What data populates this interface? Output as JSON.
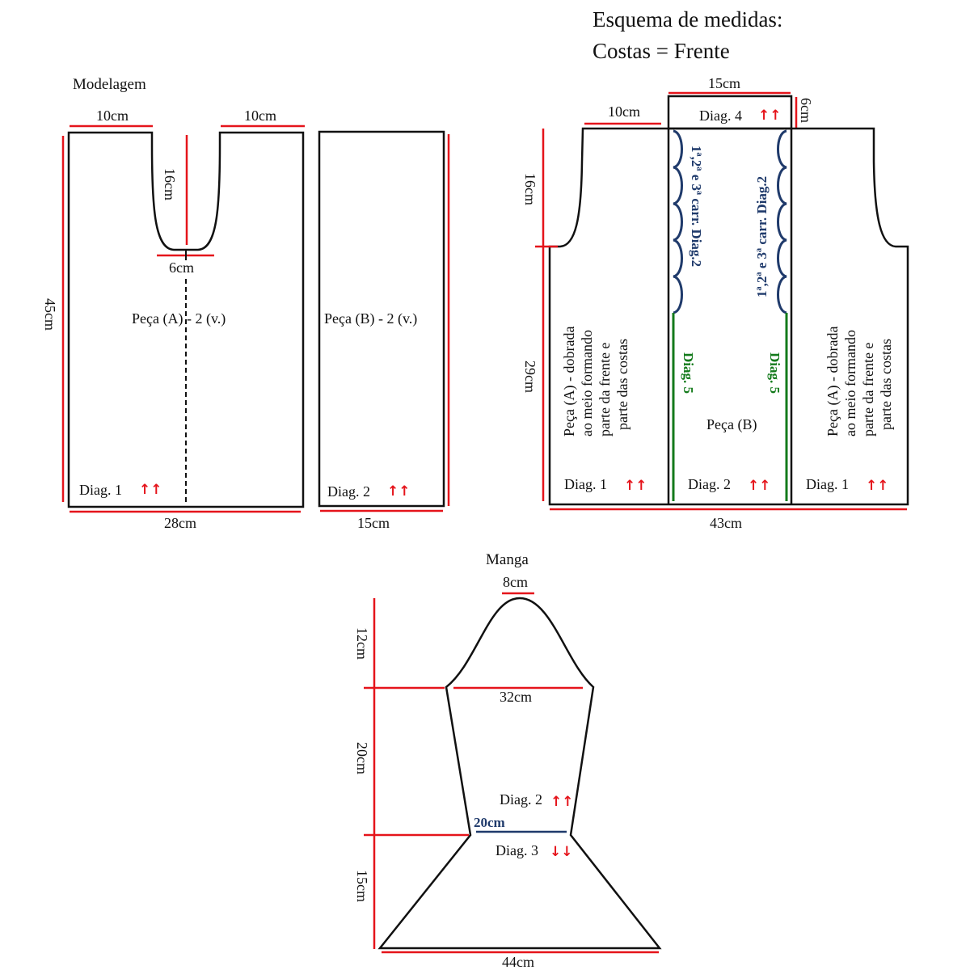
{
  "header": {
    "title": "Esquema de medidas:",
    "subtitle": "Costas = Frente"
  },
  "modelagem": {
    "title": "Modelagem",
    "piece_a": {
      "label": "Peça (A) - 2 (v.)",
      "top_left_width": "10cm",
      "top_right_width": "10cm",
      "neck_depth": "16cm",
      "neck_width": "6cm",
      "height": "45cm",
      "bottom_width": "28cm",
      "diagram": "Diag. 1",
      "direction": "↑↑"
    },
    "piece_b": {
      "label": "Peça (B) - 2 (v.)",
      "bottom_width": "15cm",
      "diagram": "Diag. 2",
      "direction": "↑↑"
    }
  },
  "esquema": {
    "shoulder_width": "10cm",
    "collar_width": "15cm",
    "collar_height": "6cm",
    "collar_diagram": "Diag. 4",
    "collar_direction": "↑↑",
    "armhole_height": "16cm",
    "body_height": "29cm",
    "total_width": "43cm",
    "left_scallop_text": "1ª,2ª e 3ª carr. Diag.2",
    "right_scallop_text": "1ª,2ª e 3ª carr. Diag.2",
    "green_left": "Diag. 5",
    "green_right": "Diag. 5",
    "center_label": "Peça (B)",
    "side_text_lines": [
      "Peça (A) - dobrada",
      "ao meio formando",
      "parte da frente e",
      "parte das costas"
    ],
    "bottom_labels": [
      {
        "text": "Diag. 1",
        "direction": "↑↑"
      },
      {
        "text": "Diag. 2",
        "direction": "↑↑"
      },
      {
        "text": "Diag. 1",
        "direction": "↑↑"
      }
    ]
  },
  "manga": {
    "title": "Manga",
    "cap_top": "8cm",
    "cap_height": "12cm",
    "upper_width": "32cm",
    "middle_height": "20cm",
    "cuff_width": "20cm",
    "flare_height": "15cm",
    "bottom_width": "44cm",
    "upper_diagram": "Diag. 2",
    "upper_direction": "↑↑",
    "lower_diagram": "Diag. 3",
    "lower_direction": "↓↓"
  },
  "colors": {
    "outline": "#111111",
    "dimension": "#e5141b",
    "scallop": "#1f3a6b",
    "green_edge": "#137a1b"
  }
}
